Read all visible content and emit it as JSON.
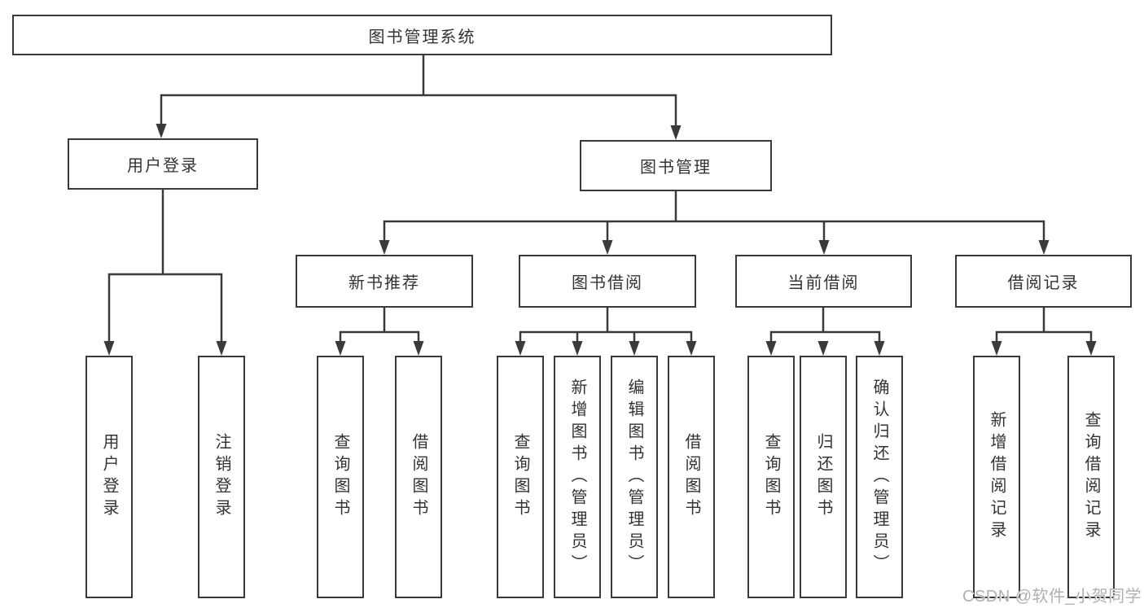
{
  "diagram": {
    "title": "图书管理系统",
    "watermark": "CSDN @软件_小贺同学",
    "colors": {
      "line": "#3a3a3a",
      "box_border": "#3a3a3a",
      "text": "#333333",
      "background": "#ffffff",
      "watermark": "#b0b0b0"
    },
    "nodes": {
      "root": "图书管理系统",
      "user_login": "用户登录",
      "book_mgmt": "图书管理",
      "new_book_rec": "新书推荐",
      "book_borrow": "图书借阅",
      "current_borrow": "当前借阅",
      "borrow_records": "借阅记录",
      "leaf_user_login": "用户登录",
      "leaf_logout": "注销登录",
      "leaf_query_books_rec": "查询图书",
      "leaf_borrow_books_rec": "借阅图书",
      "leaf_query_books_borrow": "查询图书",
      "leaf_add_book_admin": "新增图书（管理员）",
      "leaf_edit_book_admin": "编辑图书（管理员）",
      "leaf_borrow_books_borrow": "借阅图书",
      "leaf_query_books_current": "查询图书",
      "leaf_return_book": "归还图书",
      "leaf_confirm_return_admin": "确认归还（管理员）",
      "leaf_add_borrow_record": "新增借阅记录",
      "leaf_query_borrow_record": "查询借阅记录"
    }
  }
}
